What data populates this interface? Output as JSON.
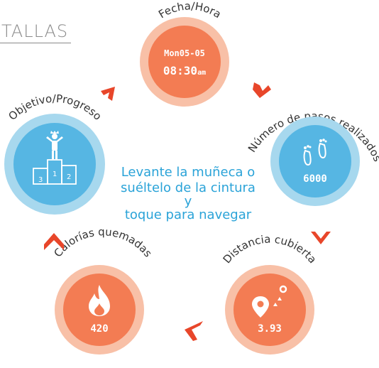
{
  "header": {
    "title": "TALLAS"
  },
  "nodes": {
    "datetime": {
      "label": "Fecha/Hora",
      "date": "Mon05-05",
      "time": "08:30",
      "time_suffix": "am"
    },
    "steps": {
      "label": "Número de pasos realizados",
      "value": "6000"
    },
    "distance": {
      "label": "Distancia cubierta",
      "value": "3.93"
    },
    "calories": {
      "label": "Calorías quemadas",
      "value": "420"
    },
    "goal": {
      "label": "Objetivo/Progreso",
      "podium": [
        "3",
        "1",
        "2"
      ]
    }
  },
  "center": {
    "lines": [
      "Levante la muñeca o",
      "suéltelo de la cintura",
      "y",
      "toque para navegar"
    ]
  },
  "colors": {
    "orange_outer": "#f8c0a7",
    "orange_inner": "#f37c53",
    "blue_outer": "#a7d8ee",
    "blue_inner": "#56b6e3",
    "arrow": "#e8462a",
    "center_text": "#2aa3d8"
  },
  "icons": {
    "goal": "podium-winner-icon",
    "steps": "footprints-icon",
    "distance": "location-pin-icon",
    "calories": "flame-icon"
  }
}
